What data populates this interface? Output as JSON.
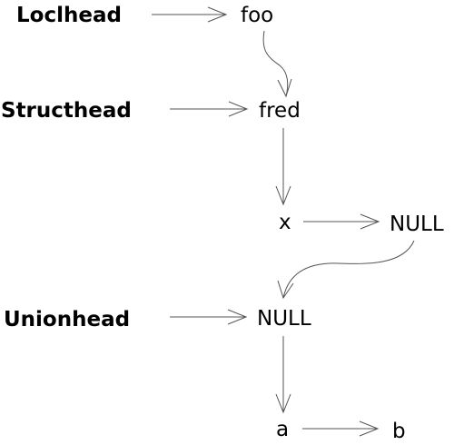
{
  "heads": {
    "locl": "Loclhead",
    "struct": "Structhead",
    "union": "Unionhead"
  },
  "nodes": {
    "foo": "foo",
    "fred": "fred",
    "x": "x",
    "null_x": "NULL",
    "null_union": "NULL",
    "a": "a",
    "b": "b"
  },
  "edges": [
    {
      "from": "Loclhead",
      "to": "foo"
    },
    {
      "from": "foo",
      "to": "fred"
    },
    {
      "from": "Structhead",
      "to": "fred"
    },
    {
      "from": "fred",
      "to": "x"
    },
    {
      "from": "x",
      "to": "NULL"
    },
    {
      "from": "NULL",
      "to": "NULL (Unionhead)"
    },
    {
      "from": "Unionhead",
      "to": "NULL (Unionhead)"
    },
    {
      "from": "NULL (Unionhead)",
      "to": "a"
    },
    {
      "from": "a",
      "to": "b"
    }
  ],
  "colors": {
    "text": "#000000",
    "edge": "#555555",
    "background": "#ffffff"
  }
}
